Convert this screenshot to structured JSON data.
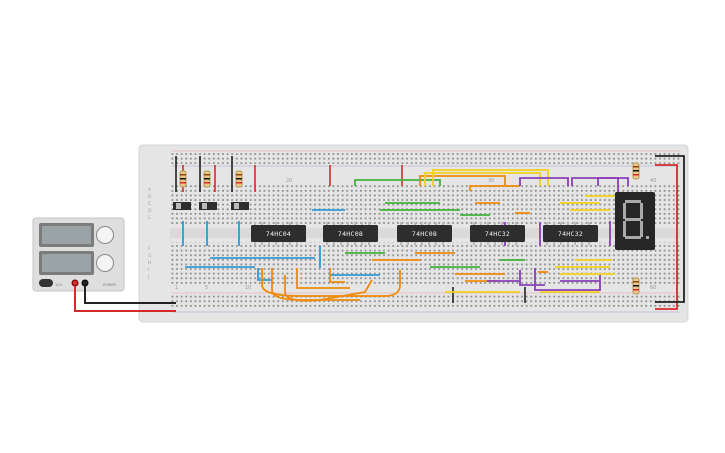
{
  "breadboard": {
    "column_numbers": [
      "1",
      "5",
      "10",
      "20",
      "30",
      "40",
      "60"
    ],
    "row_letters_top": [
      "A",
      "B",
      "C",
      "D",
      "E"
    ],
    "row_letters_bottom": [
      "F",
      "G",
      "H",
      "I",
      "J"
    ]
  },
  "chips": [
    {
      "label": "74HC04"
    },
    {
      "label": "74HC08"
    },
    {
      "label": "74HC08"
    },
    {
      "label": "74HC32"
    },
    {
      "label": "74HC32"
    }
  ],
  "seven_segment": {
    "digit": "8"
  },
  "power_supply": {
    "label": "12V",
    "brand": "POWER"
  },
  "colors": {
    "board": "#e4e4e4",
    "rail_red": "#e03030",
    "rail_black": "#222222",
    "wire_blue": "#2f9bd6",
    "wire_orange": "#f08a0a",
    "wire_green": "#3fb33a",
    "wire_yellow": "#f2d21a",
    "wire_purple": "#8a3fb8",
    "chip": "#2d2d2d"
  }
}
